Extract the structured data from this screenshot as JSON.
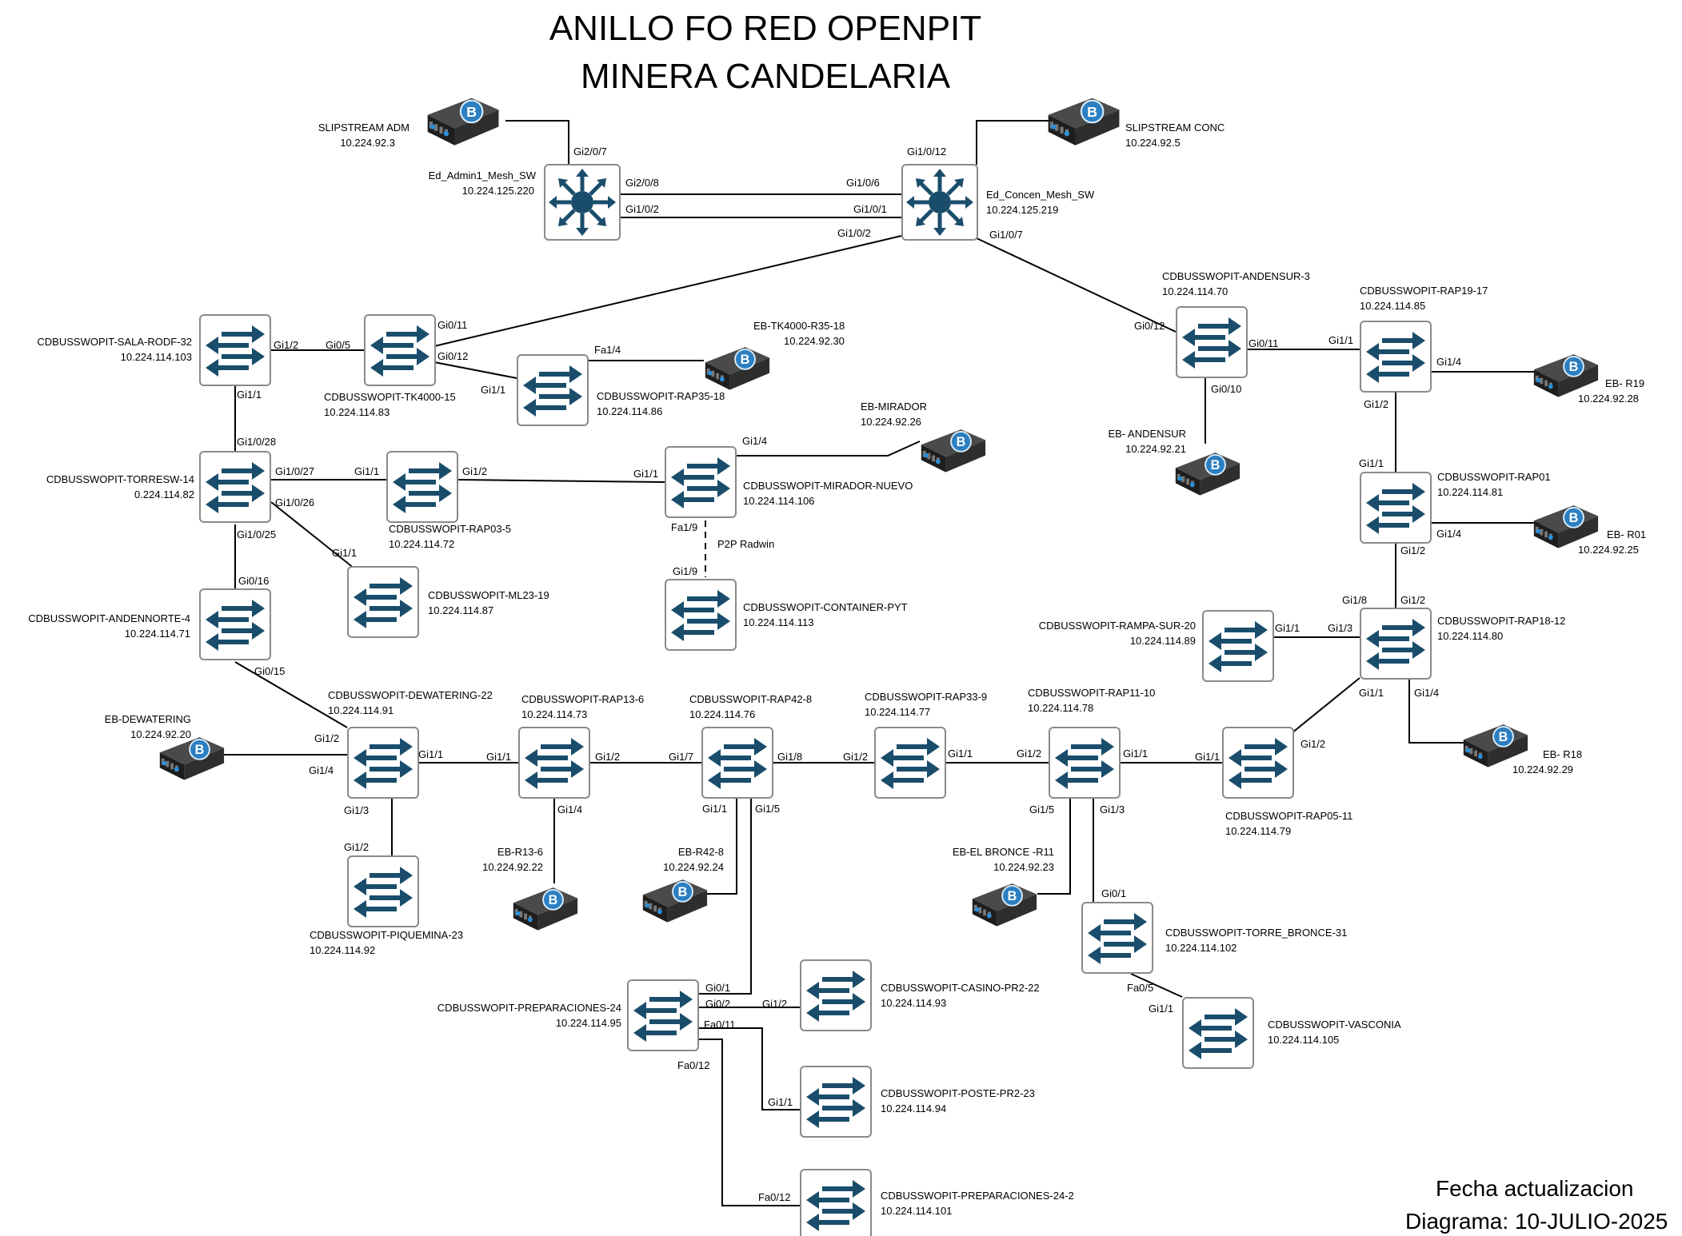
{
  "title": {
    "line1": "ANILLO FO RED OPENPIT",
    "line2": "MINERA CANDELARIA"
  },
  "footer": {
    "line1": "Fecha actualizacion",
    "line2": "Diagrama: 10-JULIO-2025"
  },
  "colors": {
    "device": "#1a4d6b",
    "switch_border": "#888888",
    "radio_body": "#2b2b2b",
    "radio_badge": "#2c7fc1"
  },
  "nodes": [
    {
      "id": "slip_adm",
      "type": "radio",
      "name": "SLIPSTREAM ADM",
      "ip": "10.224.92.3"
    },
    {
      "id": "admin1",
      "type": "core",
      "name": "Ed_Admin1_Mesh_SW",
      "ip": "10.224.125.220"
    },
    {
      "id": "concen",
      "type": "core",
      "name": "Ed_Concen_Mesh_SW",
      "ip": "10.224.125.219"
    },
    {
      "id": "slip_conc",
      "type": "radio",
      "name": "SLIPSTREAM CONC",
      "ip": "10.224.92.5"
    },
    {
      "id": "sala",
      "type": "switch",
      "name": "CDBUSSWOPIT-SALA-RODF-32",
      "ip": "10.224.114.103"
    },
    {
      "id": "tk4000",
      "type": "switch",
      "name": "CDBUSSWOPIT-TK4000-15",
      "ip": "10.224.114.83"
    },
    {
      "id": "rap35",
      "type": "switch",
      "name": "CDBUSSWOPIT-RAP35-18",
      "ip": "10.224.114.86"
    },
    {
      "id": "eb_tk4000",
      "type": "radio",
      "name": "EB-TK4000-R35-18",
      "ip": "10.224.92.30"
    },
    {
      "id": "torresw",
      "type": "switch",
      "name": "CDBUSSWOPIT-TORRESW-14",
      "ip": "0.224.114.82"
    },
    {
      "id": "rap03",
      "type": "switch",
      "name": "CDBUSSWOPIT-RAP03-5",
      "ip": "10.224.114.72"
    },
    {
      "id": "mirador",
      "type": "switch",
      "name": "CDBUSSWOPIT-MIRADOR-NUEVO",
      "ip": "10.224.114.106"
    },
    {
      "id": "eb_mirador",
      "type": "radio",
      "name": "EB-MIRADOR",
      "ip": "10.224.92.26"
    },
    {
      "id": "ml23",
      "type": "switch",
      "name": "CDBUSSWOPIT-ML23-19",
      "ip": "10.224.114.87"
    },
    {
      "id": "container",
      "type": "switch",
      "name": "CDBUSSWOPIT-CONTAINER-PYT",
      "ip": "10.224.114.113"
    },
    {
      "id": "andennorte",
      "type": "switch",
      "name": "CDBUSSWOPIT-ANDENNORTE-4",
      "ip": "10.224.114.71"
    },
    {
      "id": "andensur",
      "type": "switch",
      "name": "CDBUSSWOPIT-ANDENSUR-3",
      "ip": "10.224.114.70"
    },
    {
      "id": "eb_andensur",
      "type": "radio",
      "name": "EB- ANDENSUR",
      "ip": "10.224.92.21"
    },
    {
      "id": "rap19",
      "type": "switch",
      "name": "CDBUSSWOPIT-RAP19-17",
      "ip": "10.224.114.85"
    },
    {
      "id": "eb_r19",
      "type": "radio",
      "name": "EB- R19",
      "ip": "10.224.92.28"
    },
    {
      "id": "rap01",
      "type": "switch",
      "name": "CDBUSSWOPIT-RAP01",
      "ip": "10.224.114.81"
    },
    {
      "id": "eb_r01",
      "type": "radio",
      "name": "EB- R01",
      "ip": "10.224.92.25"
    },
    {
      "id": "rap18",
      "type": "switch",
      "name": "CDBUSSWOPIT-RAP18-12",
      "ip": "10.224.114.80"
    },
    {
      "id": "rampasur",
      "type": "switch",
      "name": "CDBUSSWOPIT-RAMPA-SUR-20",
      "ip": "10.224.114.89"
    },
    {
      "id": "eb_r18",
      "type": "radio",
      "name": "EB- R18",
      "ip": "10.224.92.29"
    },
    {
      "id": "rap05",
      "type": "switch",
      "name": "CDBUSSWOPIT-RAP05-11",
      "ip": "10.224.114.79"
    },
    {
      "id": "dewatering",
      "type": "switch",
      "name": "CDBUSSWOPIT-DEWATERING-22",
      "ip": "10.224.114.91"
    },
    {
      "id": "eb_dewatering",
      "type": "radio",
      "name": "EB-DEWATERING",
      "ip": "10.224.92.20"
    },
    {
      "id": "rap13",
      "type": "switch",
      "name": "CDBUSSWOPIT-RAP13-6",
      "ip": "10.224.114.73"
    },
    {
      "id": "rap42",
      "type": "switch",
      "name": "CDBUSSWOPIT-RAP42-8",
      "ip": "10.224.114.76"
    },
    {
      "id": "rap33",
      "type": "switch",
      "name": "CDBUSSWOPIT-RAP33-9",
      "ip": "10.224.114.77"
    },
    {
      "id": "rap11",
      "type": "switch",
      "name": "CDBUSSWOPIT-RAP11-10",
      "ip": "10.224.114.78"
    },
    {
      "id": "piquemina",
      "type": "switch",
      "name": "CDBUSSWOPIT-PIQUEMINA-23",
      "ip": "10.224.114.92"
    },
    {
      "id": "eb_r13",
      "type": "radio",
      "name": "EB-R13-6",
      "ip": "10.224.92.22"
    },
    {
      "id": "eb_r42",
      "type": "radio",
      "name": "EB-R42-8",
      "ip": "10.224.92.24"
    },
    {
      "id": "eb_bronce",
      "type": "radio",
      "name": "EB-EL BRONCE -R11",
      "ip": "10.224.92.23"
    },
    {
      "id": "torrebronce",
      "type": "switch",
      "name": "CDBUSSWOPIT-TORRE_BRONCE-31",
      "ip": "10.224.114.102"
    },
    {
      "id": "vasconia",
      "type": "switch",
      "name": "CDBUSSWOPIT-VASCONIA",
      "ip": "10.224.114.105"
    },
    {
      "id": "preparaciones",
      "type": "switch",
      "name": "CDBUSSWOPIT-PREPARACIONES-24",
      "ip": "10.224.114.95"
    },
    {
      "id": "casino",
      "type": "switch",
      "name": "CDBUSSWOPIT-CASINO-PR2-22",
      "ip": "10.224.114.93"
    },
    {
      "id": "poste",
      "type": "switch",
      "name": "CDBUSSWOPIT-POSTE-PR2-23",
      "ip": "10.224.114.94"
    },
    {
      "id": "prep2",
      "type": "switch",
      "name": "CDBUSSWOPIT-PREPARACIONES-24-2",
      "ip": "10.224.114.101"
    }
  ],
  "port_labels": [
    "Gi2/0/7",
    "Gi2/0/8",
    "Gi1/0/2",
    "Gi1/0/12",
    "Gi1/0/6",
    "Gi1/0/1",
    "Gi1/0/2",
    "Gi1/0/7",
    "Gi0/11",
    "Gi0/12",
    "Gi0/5",
    "Gi1/2",
    "Gi1/1",
    "Fa1/4",
    "Gi1/1",
    "Gi1/0/28",
    "Gi1/0/27",
    "Gi1/0/26",
    "Gi1/0/25",
    "Gi1/1",
    "Gi1/2",
    "Gi1/1",
    "Gi1/4",
    "Fa1/9",
    "Gi1/9",
    "Gi1/1",
    "Gi0/16",
    "Gi0/15",
    "Gi0/12",
    "Gi0/11",
    "Gi0/10",
    "Gi1/1",
    "Gi1/4",
    "Gi1/2",
    "Gi1/1",
    "Gi1/4",
    "Gi1/2",
    "Gi1/8",
    "Gi1/2",
    "Gi1/1",
    "Gi1/3",
    "Gi1/1",
    "Gi1/4",
    "Gi1/2",
    "Gi1/2",
    "Gi1/4",
    "Gi1/1",
    "Gi1/3",
    "Gi1/2",
    "Gi1/1",
    "Gi1/2",
    "Gi1/4",
    "Gi1/7",
    "Gi1/8",
    "Gi1/1",
    "Gi1/5",
    "Gi1/2",
    "Gi1/1",
    "Gi1/2",
    "Gi1/1",
    "Gi1/5",
    "Gi1/3",
    "Gi1/1",
    "Gi0/1",
    "Fa0/5",
    "Gi1/1",
    "Gi0/1",
    "Gi0/2",
    "Gi1/2",
    "Fa0/11",
    "Gi1/1",
    "Fa0/12",
    "Fa0/12"
  ],
  "link_note": "P2P Radwin"
}
